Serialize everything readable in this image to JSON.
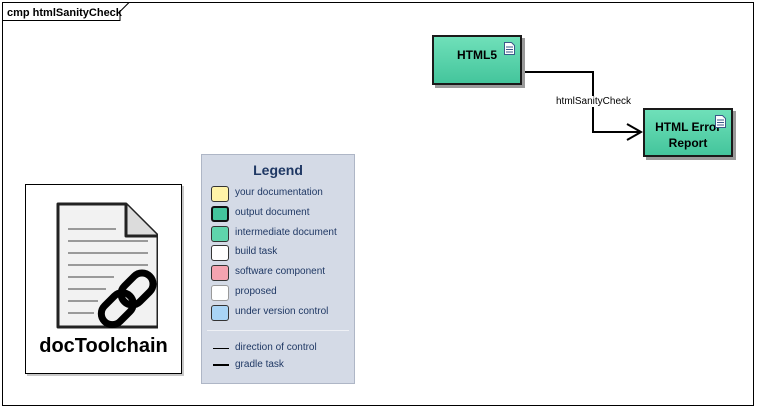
{
  "frame": {
    "title": "cmp htmlSanityCheck"
  },
  "nodes": {
    "html5": {
      "label": "HTML5"
    },
    "error_report": {
      "label_line1": "HTML Error",
      "label_line2": "Report"
    }
  },
  "edges": {
    "check_label": "htmlSanityCheck"
  },
  "logo": {
    "text": "docToolchain"
  },
  "legend": {
    "title": "Legend",
    "items": [
      {
        "label": "your documentation",
        "color": "#fff3a8",
        "border": "#333333"
      },
      {
        "label": "output document",
        "color": "#44c59c",
        "border": "#111111"
      },
      {
        "label": "intermediate document",
        "color": "#5fd4ab",
        "border": "#333333"
      },
      {
        "label": "build task",
        "color": "#ffffff",
        "border": "#333333"
      },
      {
        "label": "software component",
        "color": "#f4a3b0",
        "border": "#333333"
      },
      {
        "label": "proposed",
        "color": "#ffffff",
        "border": "#999999"
      },
      {
        "label": "under version control",
        "color": "#a9d4f5",
        "border": "#333333"
      }
    ],
    "lines": [
      {
        "label": "direction of control",
        "style": "thin"
      },
      {
        "label": "gradle task",
        "style": "thick"
      }
    ]
  },
  "colors": {
    "node_fill": "#44c59c",
    "legend_bg": "#d4dae6",
    "legend_text": "#1f3864"
  }
}
